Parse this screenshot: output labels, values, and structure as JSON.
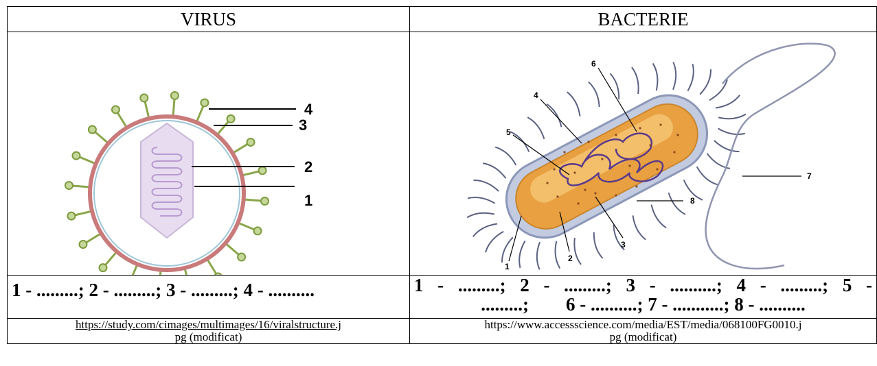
{
  "columns": [
    {
      "header": "VIRUS",
      "labels": [
        "4",
        "3",
        "2",
        "1"
      ],
      "blanks": "1 - .........; 2 - .........; 3 - .........; 4 - ..........",
      "source_line1": "https://study.com/cimages/multimages/16/viralstructure.j",
      "source_line2": "pg (modificat)"
    },
    {
      "header": "BACTERIE",
      "labels": [
        "1",
        "2",
        "3",
        "4",
        "5",
        "6",
        "7",
        "8"
      ],
      "blanks_line1": "1 - .........; 2 - .........; 3 - ..........; 4 - .........; 5 -",
      "blanks_line2": ".........;        6 - ..........; 7 - ...........; 8 - ..........",
      "source_line1": "https://www.accessscience.com/media/EST/media/068100FG0010.j",
      "source_line2": "pg (modificat)"
    }
  ],
  "colors": {
    "virus_envelope": "#c97a7a",
    "virus_spike": "#8aa64a",
    "virus_capsid": "#c9b7d9",
    "bacteria_cytoplasm": "#e9a040",
    "bacteria_wall": "#9aa6c4",
    "dna": "#5a3a8a"
  }
}
